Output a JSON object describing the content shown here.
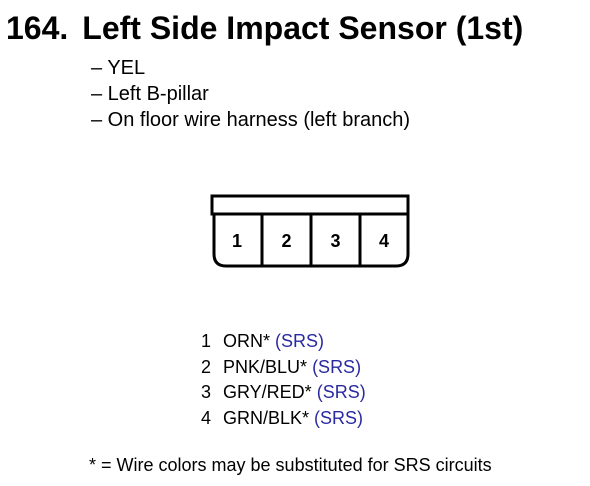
{
  "title": {
    "number": "164.",
    "text": "Left Side Impact Sensor (1st)"
  },
  "details": [
    "– YEL",
    "– Left B-pillar",
    "– On floor wire harness (left branch)"
  ],
  "connector": {
    "terminals": [
      "1",
      "2",
      "3",
      "4"
    ]
  },
  "pins": [
    {
      "number": "1",
      "wire": "ORN*",
      "circuit": "(SRS)"
    },
    {
      "number": "2",
      "wire": "PNK/BLU*",
      "circuit": "(SRS)"
    },
    {
      "number": "3",
      "wire": "GRY/RED*",
      "circuit": "(SRS)"
    },
    {
      "number": "4",
      "wire": "GRN/BLK*",
      "circuit": "(SRS)"
    }
  ],
  "footnote": "* = Wire colors may be substituted for SRS circuits",
  "colors": {
    "circuit_text": "#2a2aa0",
    "text": "#000000"
  }
}
